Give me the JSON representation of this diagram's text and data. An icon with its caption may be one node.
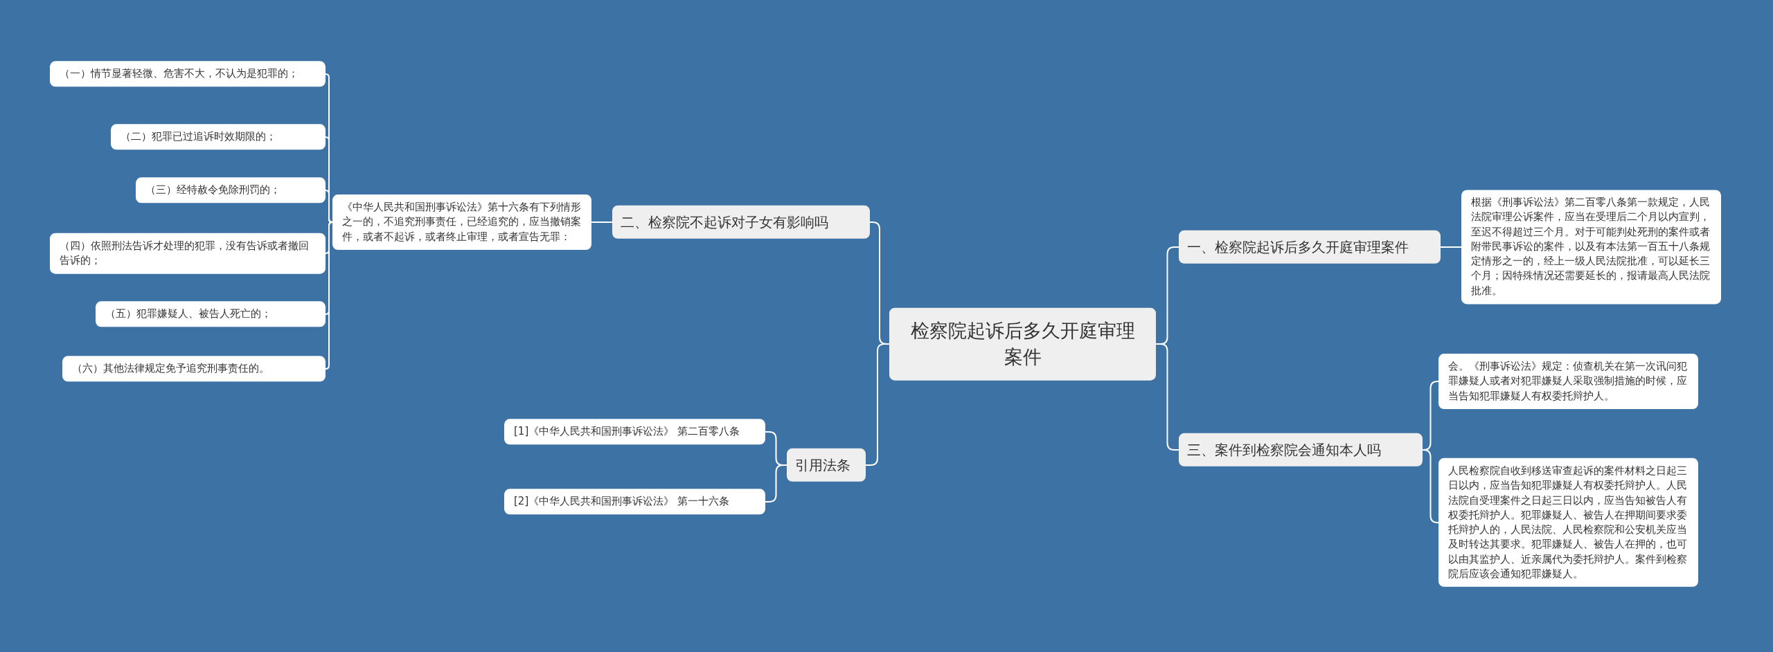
{
  "diagram": {
    "nodes": [
      {
        "text": [
          "检察院起诉后多久开庭审理案件"
        ]
      },
      {
        "text": [
          "一、检察院起诉后多久开庭审理案件"
        ]
      },
      {
        "text": [
          "根据《刑事诉讼法》第二百零八条第一款规定，人民法院审理公诉案件，应当在受理后二个月以内宣判，至迟不得超过三个月。对于可能判处死刑的案件或者附带民事诉讼的案件，以及有本法第一百五十八条规定情形之一的，经上一级人民法院批准，可以延长三个月；因特殊情况还需要延长的，报请最高人民法院批准。"
        ]
      },
      {
        "text": [
          "三、案件到检察院会通知本人吗"
        ]
      },
      {
        "text": [
          "会。《刑事诉讼法》规定：侦查机关在第一次讯问犯罪嫌疑人或者对犯罪嫌疑人采取强制措施的时候，应当告知犯罪嫌疑人有权委托辩护人。"
        ]
      },
      {
        "text": [
          "人民检察院自收到移送审查起诉的案件材料之日起三日以内，应当告知犯罪嫌疑人有权委托辩护人。人民法院自受理案件之日起三日以内，应当告知被告人有权委托辩护人。犯罪嫌疑人、被告人在押期间要求委托辩护人的，人民法院、人民检察院和公安机关应当及时转达其要求。犯罪嫌疑人、被告人在押的，也可以由其监护人、近亲属代为委托辩护人。案件到检察院后应该会通知犯罪嫌疑人。"
        ]
      },
      {
        "text": [
          "二、检察院不起诉对子女有影响吗"
        ]
      },
      {
        "text": [
          "《中华人民共和国刑事诉讼法》第十六条有下列情形之一的，不追究刑事责任，已经追究的，应当撤销案件，或者不起诉，或者终止审理，或者宣告无罪："
        ]
      },
      {
        "text": [
          "（一）情节显著轻微、危害不大，不认为是犯罪的；"
        ]
      },
      {
        "text": [
          "（二）犯罪已过追诉时效期限的；"
        ]
      },
      {
        "text": [
          "（三）经特赦令免除刑罚的；"
        ]
      },
      {
        "text": [
          "（四）依照刑法告诉才处理的犯罪，没有告诉或者撤回告诉的；"
        ]
      },
      {
        "text": [
          "（五）犯罪嫌疑人、被告人死亡的；"
        ]
      },
      {
        "text": [
          "（六）其他法律规定免予追究刑事责任的。"
        ]
      },
      {
        "text": [
          "引用法条"
        ]
      },
      {
        "text": [
          "[1]《中华人民共和国刑事诉讼法》 第二百零八条"
        ]
      },
      {
        "text": [
          "[2]《中华人民共和国刑事诉讼法》 第一十六条"
        ]
      }
    ],
    "edges": [
      {
        "from": 0,
        "to": 1,
        "arrow": "none"
      },
      {
        "from": 1,
        "to": 2,
        "arrow": "none"
      },
      {
        "from": 0,
        "to": 3,
        "arrow": "none"
      },
      {
        "from": 3,
        "to": 4,
        "arrow": "none"
      },
      {
        "from": 3,
        "to": 5,
        "arrow": "none"
      },
      {
        "from": 0,
        "to": 6,
        "arrow": "none"
      },
      {
        "from": 6,
        "to": 7,
        "arrow": "none"
      },
      {
        "from": 7,
        "to": 8,
        "arrow": "none"
      },
      {
        "from": 7,
        "to": 9,
        "arrow": "none"
      },
      {
        "from": 7,
        "to": 10,
        "arrow": "none"
      },
      {
        "from": 7,
        "to": 11,
        "arrow": "none"
      },
      {
        "from": 7,
        "to": 12,
        "arrow": "none"
      },
      {
        "from": 7,
        "to": 13,
        "arrow": "none"
      },
      {
        "from": 0,
        "to": 14,
        "arrow": "none"
      },
      {
        "from": 14,
        "to": 15,
        "arrow": "none"
      },
      {
        "from": 14,
        "to": 16,
        "arrow": "none"
      }
    ]
  }
}
